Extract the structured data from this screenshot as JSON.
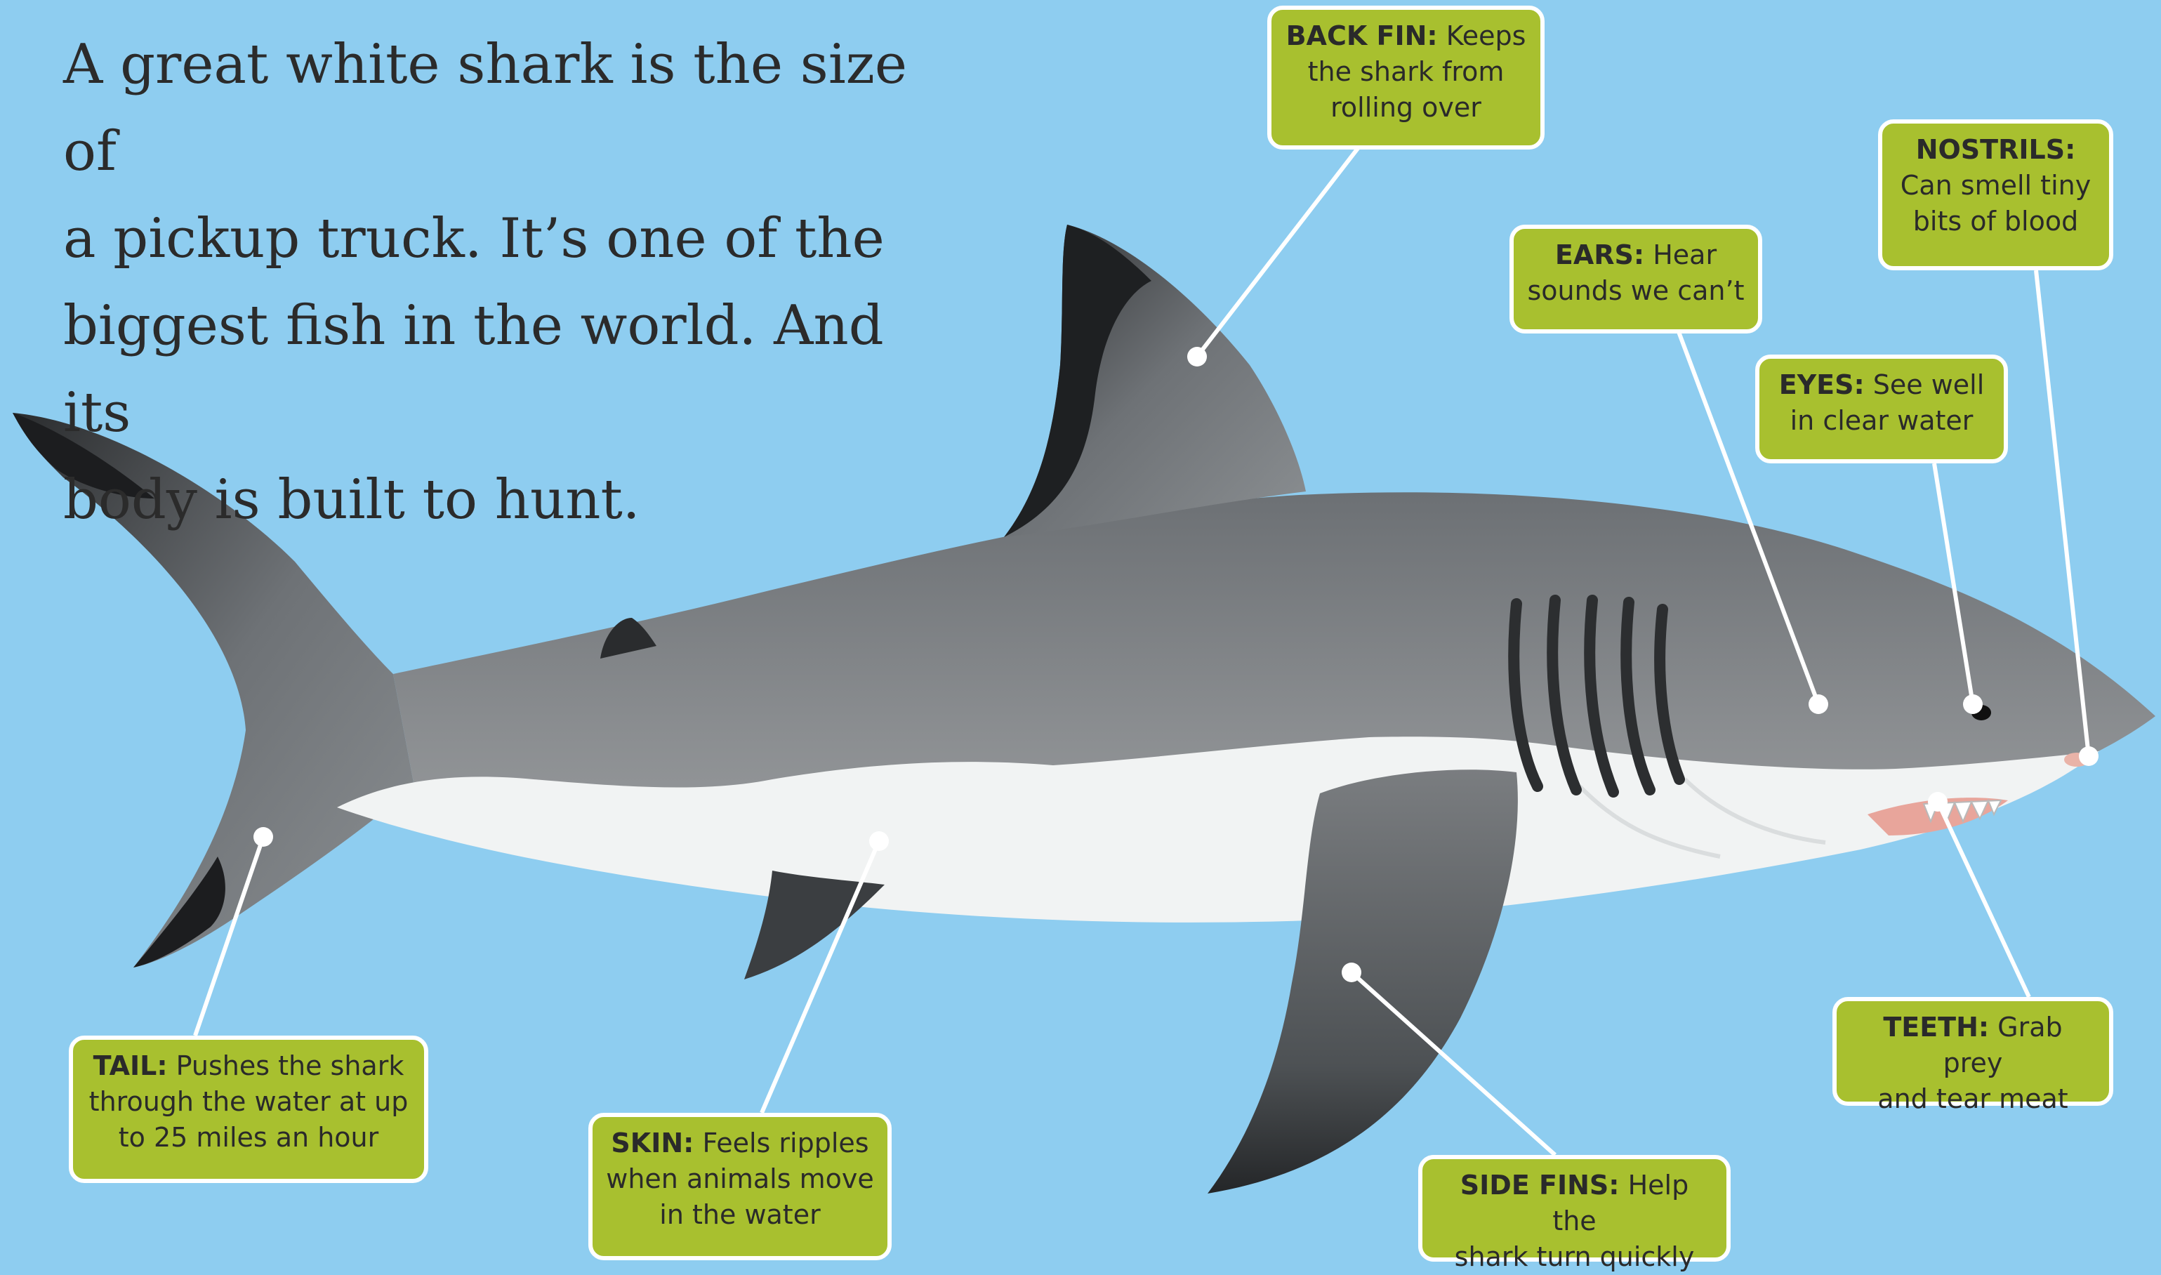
{
  "intro": {
    "line1": "A great white shark is the size of",
    "line2": "a pickup truck. It’s one of the",
    "line3": "biggest fish in the world. And its",
    "line4": "body is built to hunt."
  },
  "labels": {
    "back_fin": {
      "title": "BACK FIN:",
      "l1": " Keeps",
      "l2": "the shark from",
      "l3": "rolling over"
    },
    "ears": {
      "title": "EARS:",
      "l1": " Hear",
      "l2": "sounds we can’t"
    },
    "nostrils": {
      "title": "NOSTRILS:",
      "l2": "Can smell tiny",
      "l3": "bits of blood"
    },
    "eyes": {
      "title": "EYES:",
      "l1": " See well",
      "l2": "in clear water"
    },
    "tail": {
      "title": "TAIL:",
      "l1": " Pushes the shark",
      "l2": "through the water at up",
      "l3": "to 25 miles an hour"
    },
    "skin": {
      "title": "SKIN:",
      "l1": " Feels ripples",
      "l2": "when animals move",
      "l3": "in the water"
    },
    "side_fins": {
      "title": "SIDE FINS:",
      "l1": " Help the",
      "l2": "shark turn quickly"
    },
    "teeth": {
      "title": "TEETH:",
      "l1": " Grab prey",
      "l2": "and tear meat"
    }
  },
  "colors": {
    "background": "#8ecdf0",
    "label_fill": "#a8c02f",
    "label_border": "#ffffff",
    "shark_top": "#7c7f82",
    "shark_belly": "#f1f3f3"
  }
}
